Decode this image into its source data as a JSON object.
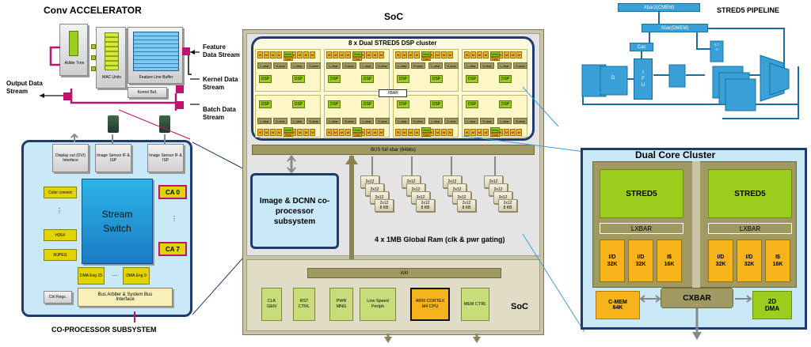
{
  "conv_accelerator": {
    "title": "Conv ACCELERATOR",
    "adder_tree": "Adder Tree",
    "mac_units": "MAC Units",
    "feature_line_buffer": "Feature Line Buffer",
    "kernel_buf": "Kernel Buf.",
    "feature_data_stream": "Feature Data Stream",
    "kernel_data_stream": "Kernel Data Stream",
    "batch_data_stream": "Batch Data Stream",
    "output_data_stream": "Output Data Stream"
  },
  "coprocessor": {
    "title": "CO-PROCESSOR SUBSYSTEM",
    "display_out": "Display out (DVI) Interface",
    "image_sensor_1": "Image Sensor IF & ISP",
    "image_sensor_2": "Image Sensor IF & ISP",
    "color_convert": "Color convert",
    "dots": "⋮",
    "h264": "H264",
    "mjpeg": "MJPEG",
    "stream_switch": "Stream Switch",
    "ca0": "CA 0",
    "ca7": "CA 7",
    "dma_eng_15": "DMA Eng 15",
    "dma_dots": "…",
    "dma_eng_0": "DMA Eng 0",
    "ctrl_regs": "Ctrl Regs.",
    "bus_arbiter": "Bus Arbiter & System Bus Interface"
  },
  "soc": {
    "title": "SoC",
    "bottom_label": "SoC",
    "cluster_title": "8 x Dual STRED5 DSP cluster",
    "bus_label": "BUS full xbar (64bits)",
    "xbar": "XBAR",
    "image_dcnn": "Image & DCNN co-processor subsystem",
    "global_ram": "4 x 1MB Global Ram (clk & pwr gating)",
    "axi": "AXI",
    "ram_tile": "2x12",
    "ram_bank": "8 KB",
    "peripherals": [
      {
        "name": "clk",
        "label": "CLK GEN"
      },
      {
        "name": "rst",
        "label": "RST CTRL"
      },
      {
        "name": "pwr",
        "label": "PWR MNG"
      },
      {
        "name": "lowspeed",
        "label": "Low Speed Periph"
      },
      {
        "name": "arm",
        "label": "ARM CORTEX M4 CPU"
      },
      {
        "name": "mem",
        "label": "MEM CTRL"
      }
    ],
    "cluster_cells": {
      "is": "IS",
      "m": "M",
      "dma": "DMA",
      "ram": "RAM",
      "lxbar": "L-xbar",
      "sxbar": "S-xbar",
      "dsp": "DSP"
    }
  },
  "pipeline": {
    "title": "STRED5 PIPELINE",
    "xbar2_cmem": "Xbar2(CMEM)",
    "xbar_dmem": "Xbar(DMEM)",
    "cac": "Cac",
    "ifu": "I F U",
    "d": "D",
    "stg": "S T G"
  },
  "dual_core": {
    "title": "Dual Core Cluster",
    "stred5_left": "STRED5",
    "stred5_right": "STRED5",
    "lxbar_left": "LXBAR",
    "lxbar_right": "LXBAR",
    "id": "I/D",
    "k32": "32K",
    "is": "I$",
    "k16": "16K",
    "cmem": "C-MEM",
    "cmem_size": "64K",
    "cxbar": "CXBAR",
    "dma2d": "2D DMA"
  },
  "colors": {
    "lime": "#9acd1c",
    "orange": "#f6b31a",
    "olive": "#a09a62",
    "dark_blue": "#1f3a6e",
    "light_blue": "#c9e8f8",
    "pipeline_blue": "#3aa0d8",
    "magenta": "#c0136e"
  }
}
